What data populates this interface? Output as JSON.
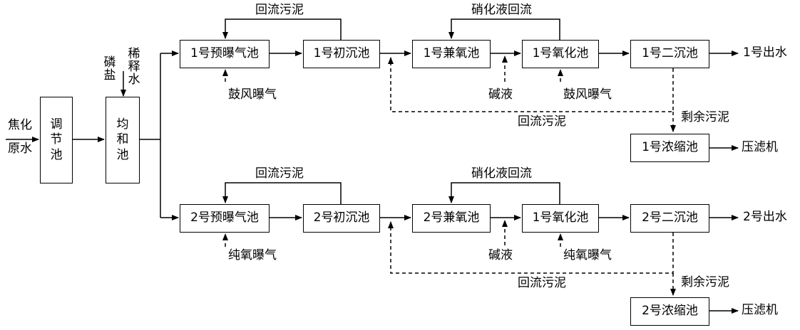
{
  "inputs": {
    "raw_water": "焦化\n原水",
    "phosphate": "磷\n盐",
    "dilution_water": "稀\n释\n水"
  },
  "front": {
    "regulating_tank": "调\n节\n池",
    "equalizing_tank": "均\n和\n池"
  },
  "line1": {
    "pre_aeration": "1号预曝气池",
    "primary_settling": "1号初沉池",
    "anoxic": "1号兼氧池",
    "oxic": "1号氧化池",
    "secondary_settling": "1号二沉池",
    "effluent": "1号出水",
    "thickener": "1号浓缩池",
    "return_sludge_top": "回流污泥",
    "nitrate_return": "硝化液回流",
    "aeration_pre": "鼓风曝气",
    "aeration_oxic": "鼓风曝气",
    "alkali": "碱液",
    "return_sludge_bottom": "回流污泥",
    "excess_sludge": "剩余污泥",
    "filter_press": "压滤机"
  },
  "line2": {
    "pre_aeration": "2号预曝气池",
    "primary_settling": "2号初沉池",
    "anoxic": "2号兼氧池",
    "oxic": "1号氧化池",
    "secondary_settling": "2号二沉池",
    "effluent": "2号出水",
    "thickener": "2号浓缩池",
    "return_sludge_top": "回流污泥",
    "nitrate_return": "硝化液回流",
    "aeration_pre": "纯氧曝气",
    "aeration_oxic": "纯氧曝气",
    "alkali": "碱液",
    "return_sludge_bottom": "回流污泥",
    "excess_sludge": "剩余污泥",
    "filter_press": "压滤机"
  }
}
